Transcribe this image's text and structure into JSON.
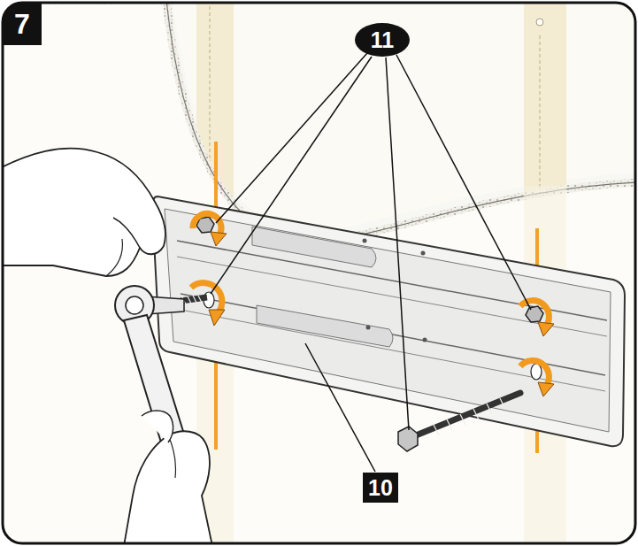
{
  "diagram": {
    "nodes": [
      {
        "text": [
          "7"
        ]
      },
      {
        "text": [
          "11"
        ]
      },
      {
        "text": [
          "10"
        ]
      }
    ]
  }
}
